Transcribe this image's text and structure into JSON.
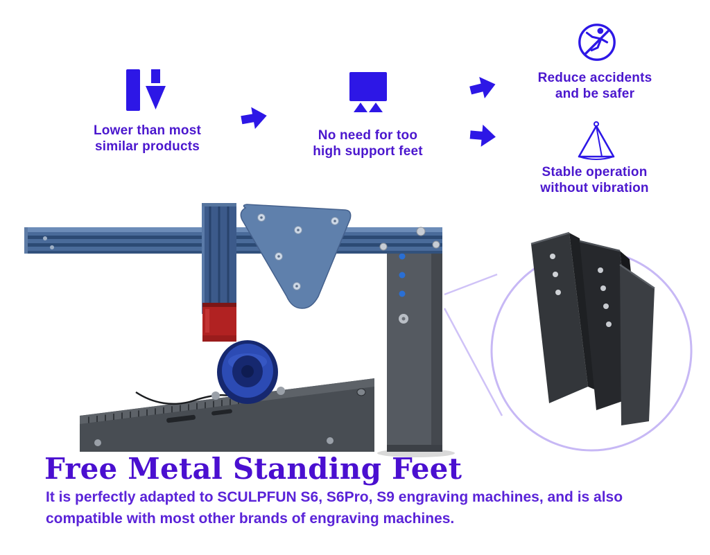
{
  "colors": {
    "accent_blue": "#2d17e6",
    "text_purple": "#4b17ce",
    "heading_purple": "#4a0fd0",
    "machine_blue": "#4a6b9a",
    "laser_red": "#b12222",
    "metal_gray": "#555a61",
    "callout_purple": "#c7b8f5"
  },
  "infographic": {
    "steps": [
      {
        "icon": "lower-height-icon",
        "line1": "Lower than most",
        "line2": "similar products"
      },
      {
        "icon": "support-feet-icon",
        "line1": "No need for too",
        "line2": "high support feet"
      }
    ],
    "benefits": [
      {
        "icon": "no-slip-accident-icon",
        "line1": "Reduce accidents",
        "line2": "and be safer"
      },
      {
        "icon": "stable-pyramid-icon",
        "line1": "Stable operation",
        "line2": "without vibration"
      }
    ]
  },
  "footer": {
    "title": "Free Metal Standing Feet",
    "description_line1": "It is perfectly adapted to SCULPFUN S6, S6Pro, S9 engraving machines, and is also",
    "description_line2": "compatible with most other brands of engraving machines."
  }
}
